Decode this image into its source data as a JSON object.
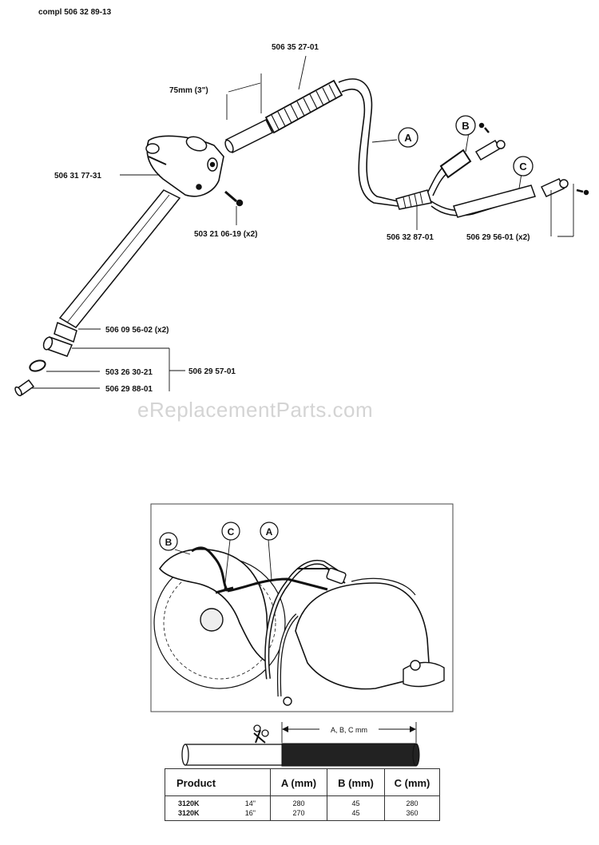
{
  "header": {
    "compl": "compl 506 32 89-13"
  },
  "parts": {
    "hose_assembly": "506 35 27-01",
    "length_note": "75mm (3\")",
    "handle": "506 31 77-31",
    "screw": "503 21 06-19 (x2)",
    "connector": "506 32 87-01",
    "nozzle": "506 29 56-01 (x2)",
    "clamp": "506 09 56-02 (x2)",
    "washer": "503 26 30-21",
    "valve_kit": "506 29 57-01",
    "plug": "506 29 88-01"
  },
  "callouts": {
    "a": "A",
    "b": "B",
    "c": "C"
  },
  "watermark": "eReplacementParts.com",
  "hose_label": "A, B, C mm",
  "table": {
    "headers": [
      "Product",
      "A (mm)",
      "B (mm)",
      "C (mm)"
    ],
    "rows": [
      {
        "product": "3120K",
        "size": "14\"",
        "a": "280",
        "b": "45",
        "c": "280"
      },
      {
        "product": "3120K",
        "size": "16\"",
        "a": "270",
        "b": "45",
        "c": "360"
      }
    ]
  }
}
